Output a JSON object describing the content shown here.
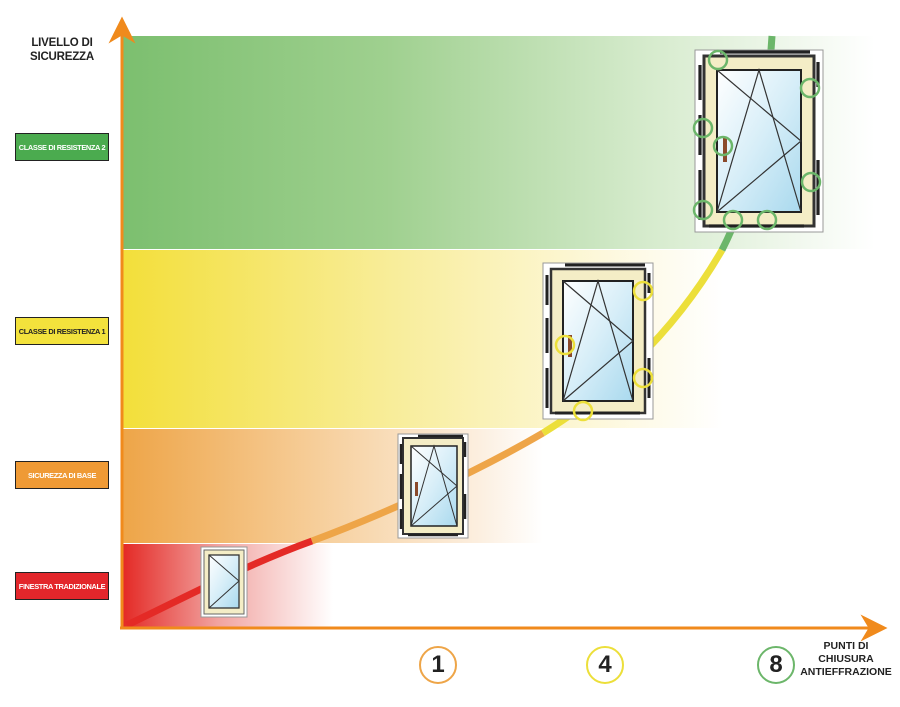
{
  "chart_data": {
    "type": "line",
    "ylabel": "LIVELLO DI SICUREZZA",
    "xlabel": "PUNTI DI\nCHIUSURA\nANTIEFFRAZIONE",
    "x_ticks": [
      1,
      4,
      8
    ],
    "y_levels": [
      {
        "label": "FINESTRA TRADIZIONALE",
        "color": "#e3262b"
      },
      {
        "label": "SICUREZZA DI BASE",
        "color": "#ef9a35"
      },
      {
        "label": "CLASSE DI RESISTENZA 1",
        "color": "#f3e23c"
      },
      {
        "label": "CLASSE DI RESISTENZA 2",
        "color": "#4bab4f"
      }
    ],
    "points": [
      {
        "x": 0,
        "level": "FINESTRA TRADIZIONALE"
      },
      {
        "x": 1,
        "level": "SICUREZZA DI BASE"
      },
      {
        "x": 4,
        "level": "CLASSE DI RESISTENZA 1"
      },
      {
        "x": 8,
        "level": "CLASSE DI RESISTENZA 2"
      }
    ],
    "axis_color": "#f08a1c"
  }
}
